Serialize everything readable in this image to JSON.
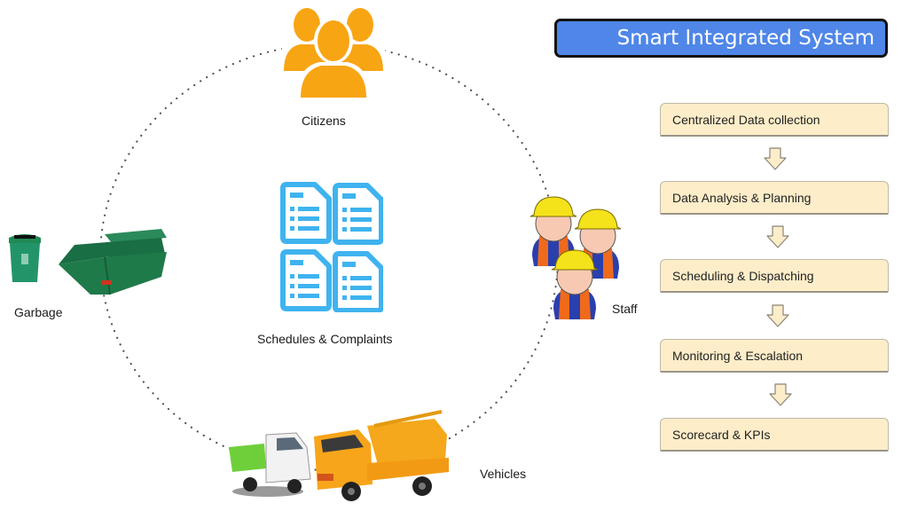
{
  "title": "Smart Integrated System",
  "cycle": {
    "nodes": [
      {
        "id": "citizens",
        "label": "Citizens",
        "icon": "people-icon"
      },
      {
        "id": "staff",
        "label": "Staff",
        "icon": "workers-icon"
      },
      {
        "id": "vehicles",
        "label": "Vehicles",
        "icon": "garbage-trucks-icon"
      },
      {
        "id": "garbage",
        "label": "Garbage",
        "icon": "garbage-bins-icon"
      }
    ],
    "center": {
      "label": "Schedules & Complaints",
      "icon": "documents-icon"
    }
  },
  "flow": {
    "steps": [
      {
        "label": "Centralized Data collection"
      },
      {
        "label": "Data Analysis & Planning"
      },
      {
        "label": "Scheduling & Dispatching"
      },
      {
        "label": "Monitoring & Escalation"
      },
      {
        "label": "Scorecard & KPIs"
      }
    ],
    "arrow_icon": "down-arrow-icon"
  },
  "colors": {
    "title_bg": "#4f86e8",
    "step_bg": "#fdedc9",
    "citizens": "#f8a514",
    "documents": "#3fb3ef",
    "garbage_green": "#1f7a4a",
    "hardhat": "#f4e21a",
    "vest": "#f06a1c"
  }
}
